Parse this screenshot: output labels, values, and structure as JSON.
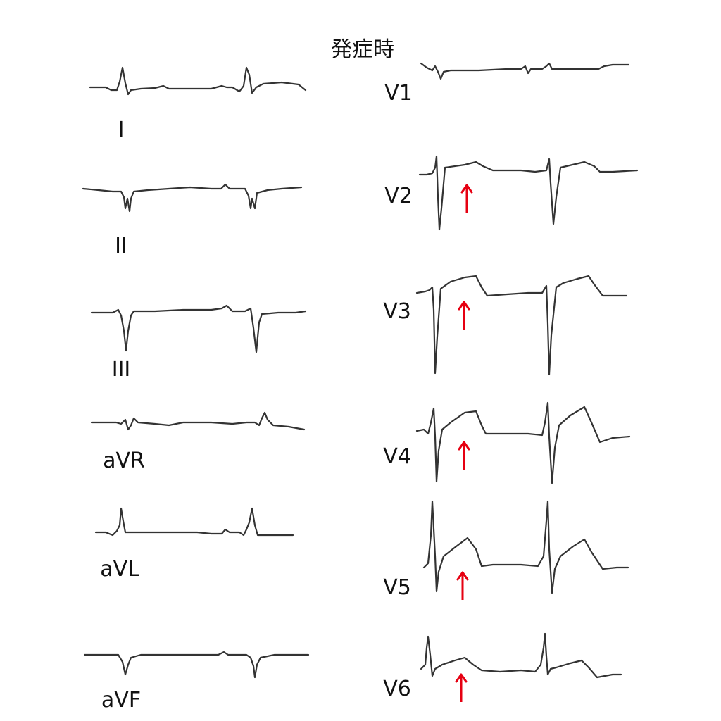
{
  "title": "発症時",
  "limb_leads": [
    {
      "key": "I",
      "label": "I"
    },
    {
      "key": "II",
      "label": "II"
    },
    {
      "key": "III",
      "label": "III"
    },
    {
      "key": "aVR",
      "label": "aVR"
    },
    {
      "key": "aVL",
      "label": "aVL"
    },
    {
      "key": "aVF",
      "label": "aVF"
    }
  ],
  "chest_leads": [
    {
      "key": "V1",
      "label": "V1",
      "arrow": false
    },
    {
      "key": "V2",
      "label": "V2",
      "arrow": true
    },
    {
      "key": "V3",
      "label": "V3",
      "arrow": true
    },
    {
      "key": "V4",
      "label": "V4",
      "arrow": true
    },
    {
      "key": "V5",
      "label": "V5",
      "arrow": true
    },
    {
      "key": "V6",
      "label": "V6",
      "arrow": true
    }
  ],
  "colors": {
    "trace": "#333333",
    "arrow": "#e60012",
    "text": "#111111"
  },
  "icons": {
    "arrow": "up-arrow-icon"
  }
}
